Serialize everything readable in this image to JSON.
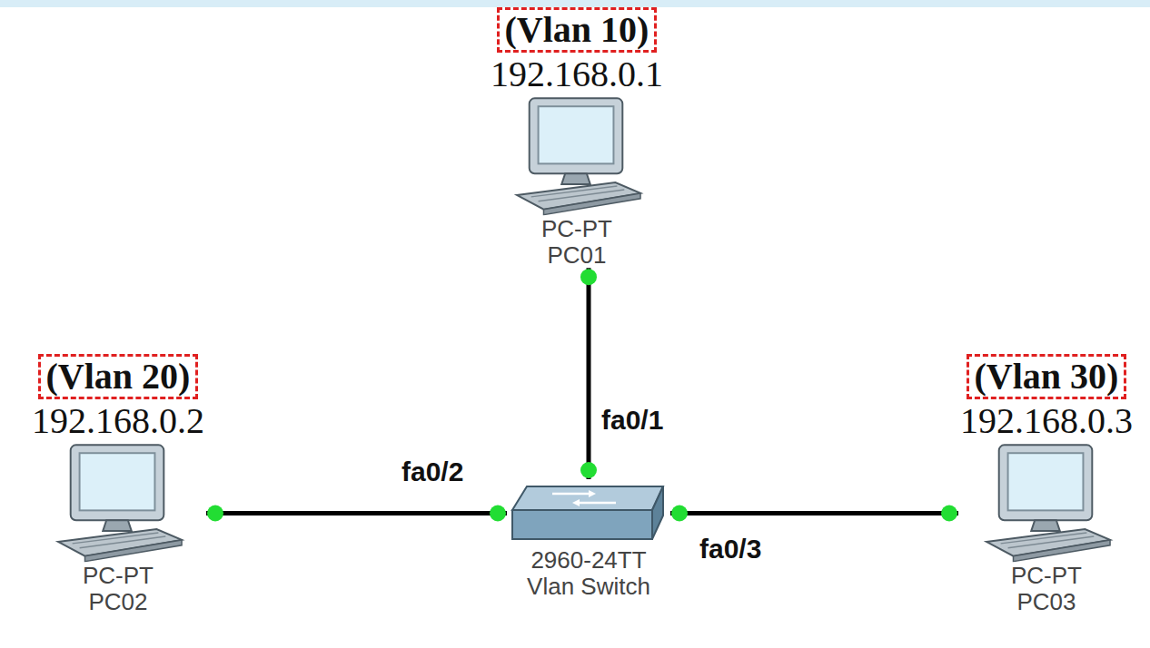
{
  "diagram": {
    "nodes": [
      {
        "text": [
          "(Vlan 10)",
          "192.168.0.1",
          "PC-PT",
          "PC01"
        ]
      },
      {
        "text": [
          "(Vlan 20)",
          "192.168.0.2",
          "PC-PT",
          "PC02"
        ]
      },
      {
        "text": [
          "2960-24TT",
          "Vlan Switch"
        ]
      },
      {
        "text": [
          "(Vlan 30)",
          "192.168.0.3",
          "PC-PT",
          "PC03"
        ]
      }
    ],
    "edges": [
      {
        "from": 0,
        "to": 2,
        "arrow": "none"
      },
      {
        "from": 1,
        "to": 2,
        "arrow": "none"
      },
      {
        "from": 3,
        "to": 2,
        "arrow": "none"
      }
    ],
    "labels": [
      "fa0/1",
      "fa0/2",
      "fa0/3"
    ]
  }
}
